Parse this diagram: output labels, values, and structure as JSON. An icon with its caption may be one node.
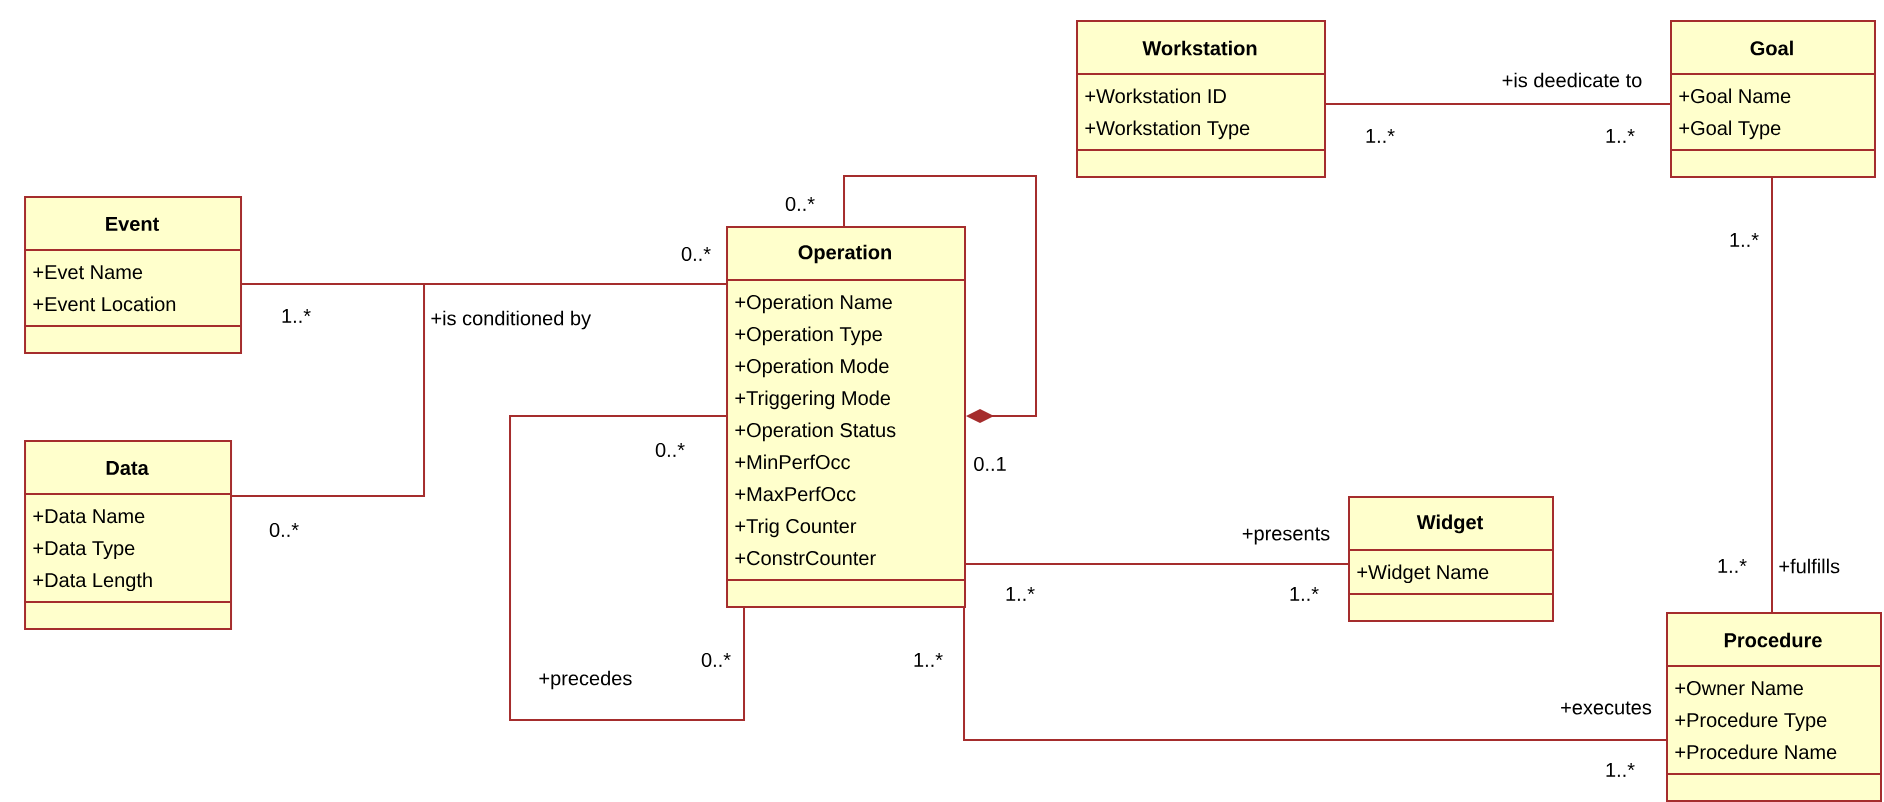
{
  "diagram": {
    "nodes": [
      {
        "text": [
          "Workstation",
          "+Workstation ID",
          "+Workstation Type"
        ]
      },
      {
        "text": [
          "Goal",
          "+Goal Name",
          "+Goal Type"
        ]
      },
      {
        "text": [
          "Event",
          "+Evet Name",
          "+Event Location"
        ]
      },
      {
        "text": [
          "Operation",
          "+Operation Name",
          "+Operation Type",
          "+Operation Mode",
          "+Triggering Mode",
          "+Operation Status",
          "+MinPerfOcc",
          "+MaxPerfOcc",
          "+Trig Counter",
          "+ConstrCounter"
        ]
      },
      {
        "text": [
          "Data",
          "+Data Name",
          "+Data Type",
          "+Data Length"
        ]
      },
      {
        "text": [
          "Widget",
          "+Widget Name"
        ]
      },
      {
        "text": [
          "Procedure",
          "+Owner Name",
          "+Procedure Type",
          "+Procedure Name"
        ]
      }
    ],
    "edges": [
      {
        "from": 2,
        "to": 3,
        "arrow": "none",
        "label": "+is conditioned by"
      },
      {
        "from": 4,
        "to": 3,
        "arrow": "none"
      },
      {
        "from": 3,
        "to": 3,
        "arrow": "other"
      },
      {
        "from": 3,
        "to": 3,
        "arrow": "none",
        "label": "+precedes"
      },
      {
        "from": 0,
        "to": 1,
        "arrow": "none",
        "label": "+is deedicate to"
      },
      {
        "from": 3,
        "to": 5,
        "arrow": "none",
        "label": "+presents"
      },
      {
        "from": 3,
        "to": 6,
        "arrow": "none",
        "label": "+executes"
      },
      {
        "from": 1,
        "to": 6,
        "arrow": "none",
        "label": "+fulfills"
      }
    ],
    "labels": [
      "1..*",
      "1..*",
      "0..*",
      "1..*",
      "0..*",
      "1..*",
      "0..*",
      "0..1",
      "0..*",
      "1..*",
      "1..*",
      "1..*",
      "0..*",
      "1..*",
      "1..*"
    ]
  }
}
